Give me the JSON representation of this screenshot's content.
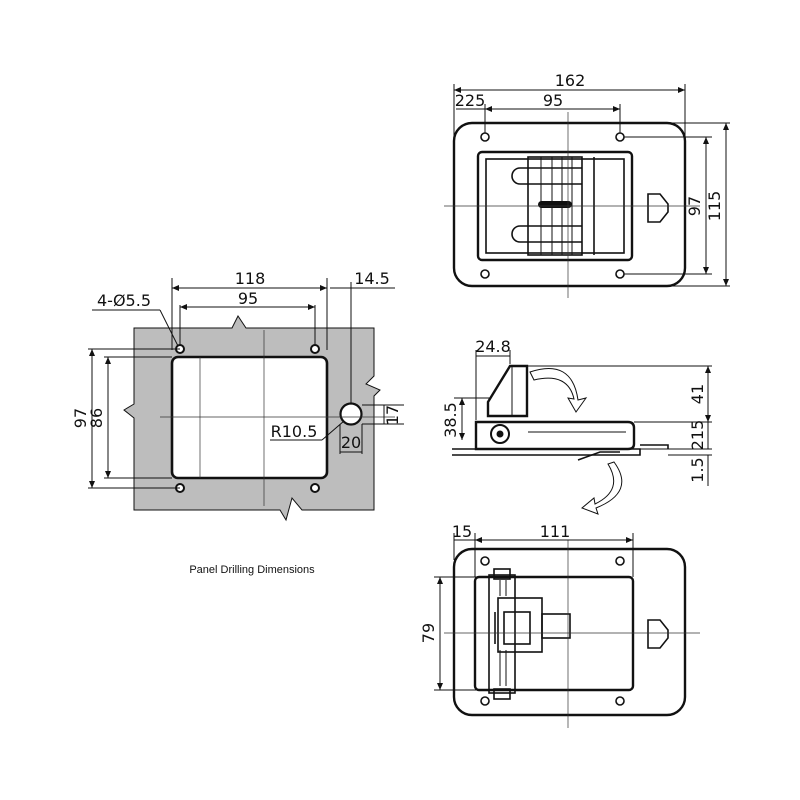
{
  "caption": "Panel Drilling Dimensions",
  "panel": {
    "holes_label": "4-Ø5.5",
    "width_118": "118",
    "width_95": "95",
    "offset_14_5": "14.5",
    "height_97": "97",
    "height_86": "86",
    "radius": "R10.5",
    "slot_20": "20",
    "slot_17": "17"
  },
  "top_view": {
    "width_162": "162",
    "offset_22_5": "225",
    "width_95": "95",
    "height_97": "97",
    "height_115": "115"
  },
  "side_view": {
    "width_24_8": "24.8",
    "height_38_5": "38.5",
    "height_41": "41",
    "height_21_5": "215",
    "thickness_1_5": "1.5"
  },
  "bottom_view": {
    "offset_15": "15",
    "width_111": "111",
    "height_79": "79"
  },
  "colors": {
    "panel_fill": "#bdbdbd",
    "line": "#111111"
  }
}
